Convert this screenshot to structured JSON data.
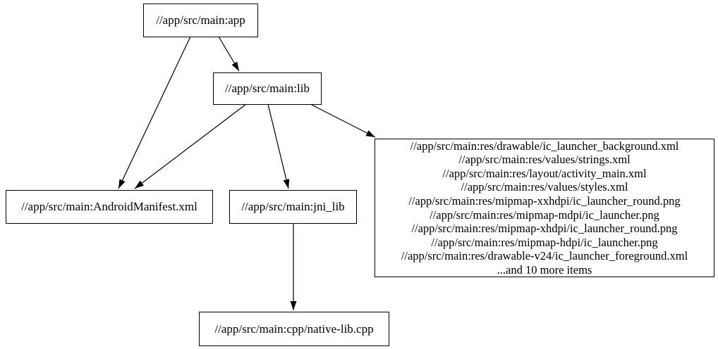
{
  "graph": {
    "type": "directed-dependency-graph",
    "colors": {
      "background": "#ffffff",
      "node_fill": "#ffffff",
      "node_border": "#000000",
      "edge": "#000000",
      "text": "#000000"
    },
    "nodes": {
      "app": {
        "label": "//app/src/main:app"
      },
      "lib": {
        "label": "//app/src/main:lib"
      },
      "android_manifest": {
        "label": "//app/src/main:AndroidManifest.xml"
      },
      "jni_lib": {
        "label": "//app/src/main:jni_lib"
      },
      "res_group": {
        "lines": [
          "//app/src/main:res/drawable/ic_launcher_background.xml",
          "//app/src/main:res/values/strings.xml",
          "//app/src/main:res/layout/activity_main.xml",
          "//app/src/main:res/values/styles.xml",
          "//app/src/main:res/mipmap-xxhdpi/ic_launcher_round.png",
          "//app/src/main:res/mipmap-mdpi/ic_launcher.png",
          "//app/src/main:res/mipmap-xhdpi/ic_launcher_round.png",
          "//app/src/main:res/mipmap-hdpi/ic_launcher.png",
          "//app/src/main:res/drawable-v24/ic_launcher_foreground.xml",
          "...and 10 more items"
        ]
      },
      "native_lib_cpp": {
        "label": "//app/src/main:cpp/native-lib.cpp"
      }
    },
    "edges": [
      {
        "from": "app",
        "to": "lib"
      },
      {
        "from": "app",
        "to": "android_manifest"
      },
      {
        "from": "lib",
        "to": "android_manifest"
      },
      {
        "from": "lib",
        "to": "jni_lib"
      },
      {
        "from": "lib",
        "to": "res_group"
      },
      {
        "from": "jni_lib",
        "to": "native_lib_cpp"
      }
    ]
  }
}
